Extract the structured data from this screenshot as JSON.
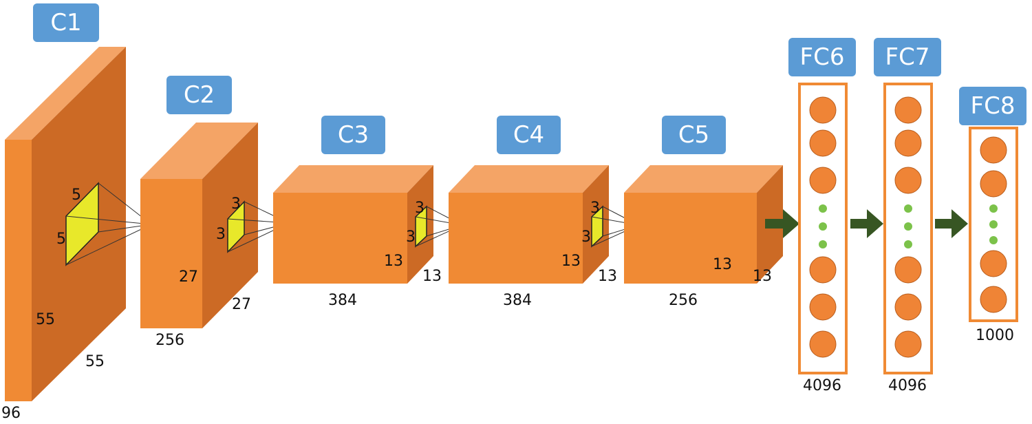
{
  "colors": {
    "tag_fill": "#5b9bd5",
    "tag_text": "#ffffff",
    "block_front": "#f08a34",
    "block_top": "#f4a466",
    "block_side": "#cc6a25",
    "kernel": "#e8e82a",
    "neuron": "#ef8436",
    "fc_border": "#f08a34",
    "dots": "#7cc24a",
    "arrow": "#375623"
  },
  "layers": {
    "c1": {
      "label": "C1",
      "depth": "96",
      "height": "55",
      "width": "55",
      "kernel_h": "5",
      "kernel_w": "5"
    },
    "c2": {
      "label": "C2",
      "depth": "256",
      "height": "27",
      "width": "27",
      "kernel_h": "3",
      "kernel_w": "3"
    },
    "c3": {
      "label": "C3",
      "depth": "384",
      "height": "13",
      "width": "13",
      "kernel_h": "3",
      "kernel_w": "3"
    },
    "c4": {
      "label": "C4",
      "depth": "384",
      "height": "13",
      "width": "13",
      "kernel_h": "3",
      "kernel_w": "3"
    },
    "c5": {
      "label": "C5",
      "depth": "256",
      "height": "13",
      "width": "13"
    },
    "fc6": {
      "label": "FC6",
      "units": "4096"
    },
    "fc7": {
      "label": "FC7",
      "units": "4096"
    },
    "fc8": {
      "label": "FC8",
      "units": "1000"
    }
  }
}
